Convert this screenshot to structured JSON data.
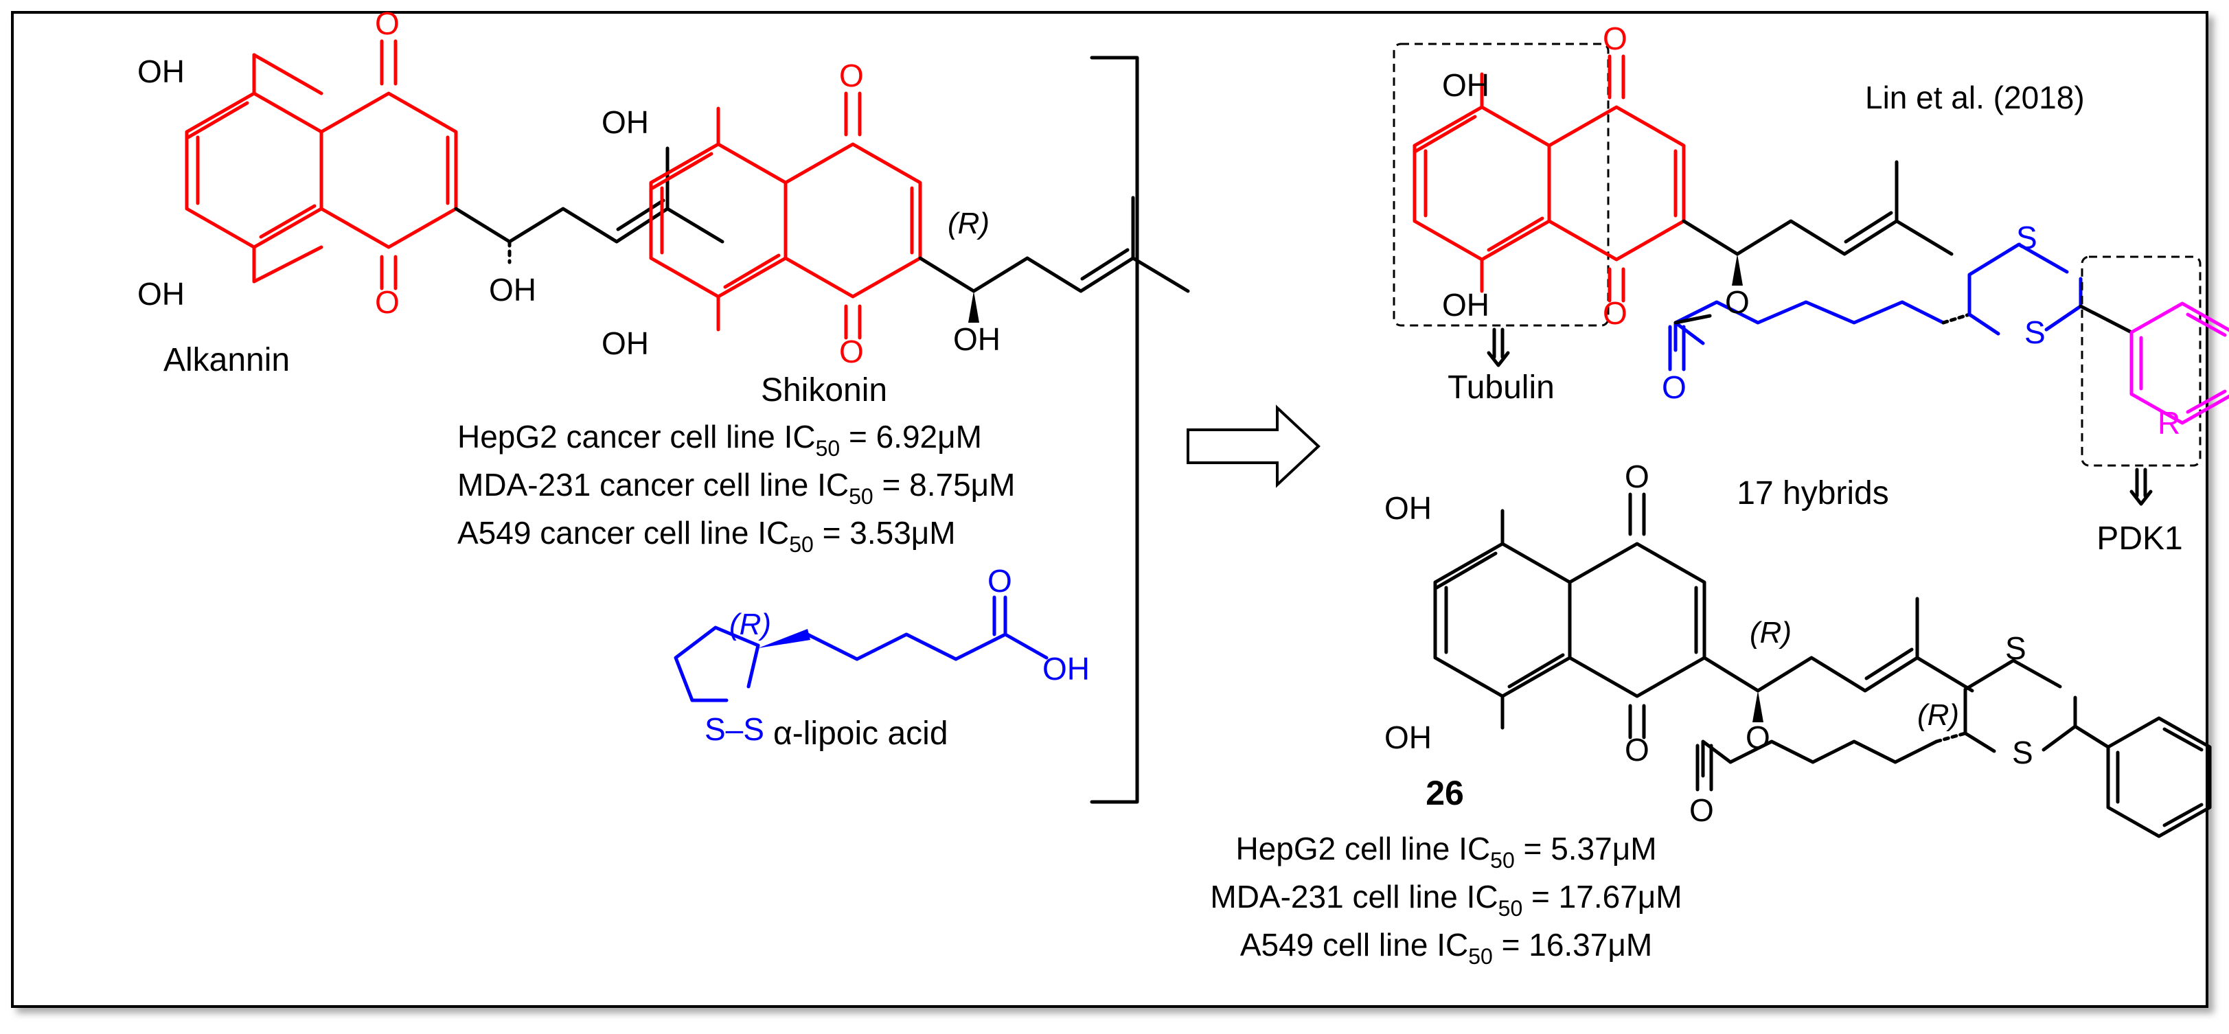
{
  "colors": {
    "core": "#ff0000",
    "lipoic": "#0000ff",
    "aryl": "#ff00ff",
    "ink": "#000000"
  },
  "atoms": {
    "oh": "OH",
    "o": "O",
    "s": "S",
    "r": "R",
    "ss": "S–S",
    "stereo_r": "(R)"
  },
  "alkannin": {
    "name": "Alkannin"
  },
  "shikonin": {
    "name": "Shikonin",
    "ic50": [
      {
        "pre": "HepG2 cancer cell line IC",
        "sub": "50",
        "post": " = 6.92μM"
      },
      {
        "pre": "MDA-231 cancer cell line IC",
        "sub": "50",
        "post": " = 8.75μM"
      },
      {
        "pre": "A549 cancer cell line IC",
        "sub": "50",
        "post": " = 3.53μM"
      }
    ]
  },
  "lipoic_acid": {
    "name": "α-lipoic acid"
  },
  "hybrid": {
    "citation": "Lin et al.  (2018)",
    "target_left": "Tubulin",
    "target_right": "PDK1",
    "count_label": "17 hybrids"
  },
  "compound26": {
    "id": "26",
    "ic50": [
      {
        "pre": "HepG2 cell line IC",
        "sub": "50",
        "post": " = 5.37μM"
      },
      {
        "pre": "MDA-231  cell line IC",
        "sub": "50",
        "post": " = 17.67μM"
      },
      {
        "pre": "A549  cell line IC",
        "sub": "50",
        "post": " = 16.37μM"
      }
    ]
  }
}
